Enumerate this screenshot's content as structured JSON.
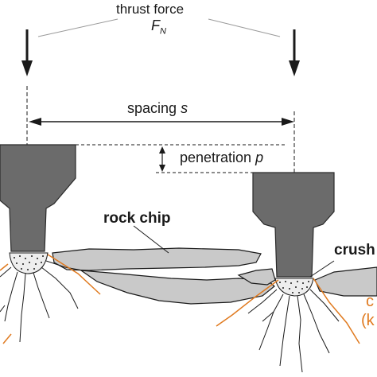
{
  "labels": {
    "thrust_force": "thrust force",
    "thrust_symbol": "F",
    "thrust_subscript": "N",
    "spacing_text": "spacing",
    "spacing_symbol": "s",
    "penetration_text": "penetration",
    "penetration_symbol": "p",
    "rock_chip": "rock chip",
    "crush_zone_partial": "crush",
    "crack_partial_1": "c",
    "crack_partial_2": "(k"
  },
  "colors": {
    "cutter_fill": "#6b6b6b",
    "chip_fill": "#c9c9c9",
    "crack_orange": "#e07a1f",
    "line": "#1a1a1a"
  }
}
